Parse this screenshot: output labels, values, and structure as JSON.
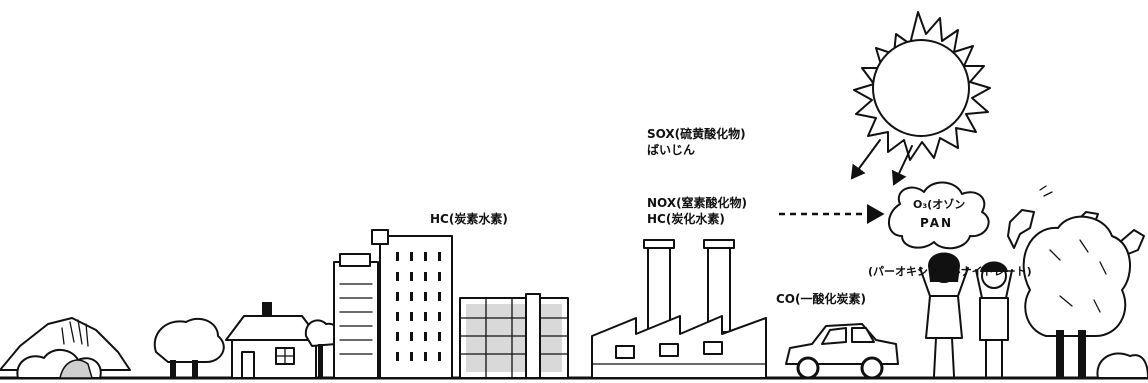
{
  "labels": {
    "sox": "SOX(硫黄酸化物)",
    "dust": "ばいじん",
    "nox": "NOX(窒素酸化物)",
    "hc_factory": "HC(炭化水素)",
    "hc_city": "HC(炭素水素)",
    "oxidants_line1": "O₃(オゾン",
    "oxidants_line2": "PAN",
    "pan_full": "(パーオキシアシルナイトレート)",
    "co": "CO(一酸化炭素)"
  }
}
